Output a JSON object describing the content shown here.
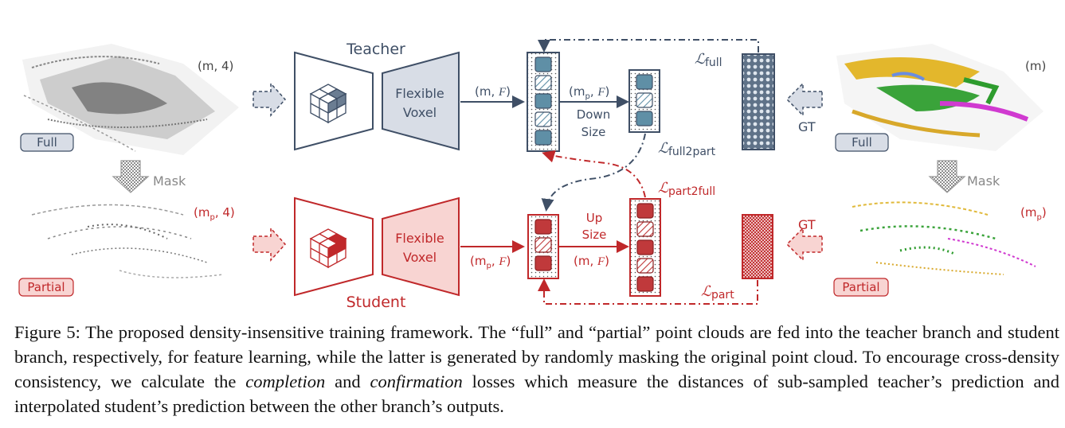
{
  "diagram": {
    "teacher_title": "Teacher",
    "student_title": "Student",
    "flexible_voxel_line1": "Flexible",
    "flexible_voxel_line2": "Voxel",
    "full_badge": "Full",
    "partial_badge": "Partial",
    "mask_label": "Mask",
    "gt_label": "GT",
    "input_full_shape": "(m, 4)",
    "input_partial_shape_base": "(m",
    "input_partial_shape_sub": "p",
    "input_partial_shape_tail": ", 4)",
    "output_full_shape": "(m)",
    "output_partial_shape_base": "(m",
    "output_partial_shape_sub": "p",
    "output_partial_shape_tail": ")",
    "teacher_feat_base": "(m, ",
    "feat_symbol": "F",
    "feat_tail": ")",
    "teacher_down_feat_base": "(m",
    "teacher_down_feat_sub": "p",
    "student_feat_base": "(m",
    "student_feat_sub": "p",
    "student_up_feat_base": "(m, ",
    "down_size_line1": "Down",
    "down_size_line2": "Size",
    "up_size_line1": "Up",
    "up_size_line2": "Size",
    "loss_symbol": "ℒ",
    "loss_full": "full",
    "loss_full2part": "full2part",
    "loss_part2full": "part2full",
    "loss_part": "part"
  },
  "colors": {
    "teacher": "#3f4f66",
    "teacher_fill": "#d8dde6",
    "teacher_cell": "#5f8fa6",
    "student": "#c0282a",
    "student_fill": "#f8d4d2",
    "student_cell": "#c0393b"
  },
  "caption": {
    "label": "Figure 5:",
    "text_1": " The proposed density-insensitive training framework. The “full” and “partial” point clouds are fed into the teacher branch and student branch, respectively, for feature learning, while the latter is generated by randomly masking the original point cloud. To encourage cross-density consistency, we calculate the ",
    "emph_1": "completion",
    "text_2": " and ",
    "emph_2": "confirmation",
    "text_3": " losses which measure the distances of sub-sampled teacher’s prediction and interpolated student’s prediction between the other branch’s outputs."
  }
}
